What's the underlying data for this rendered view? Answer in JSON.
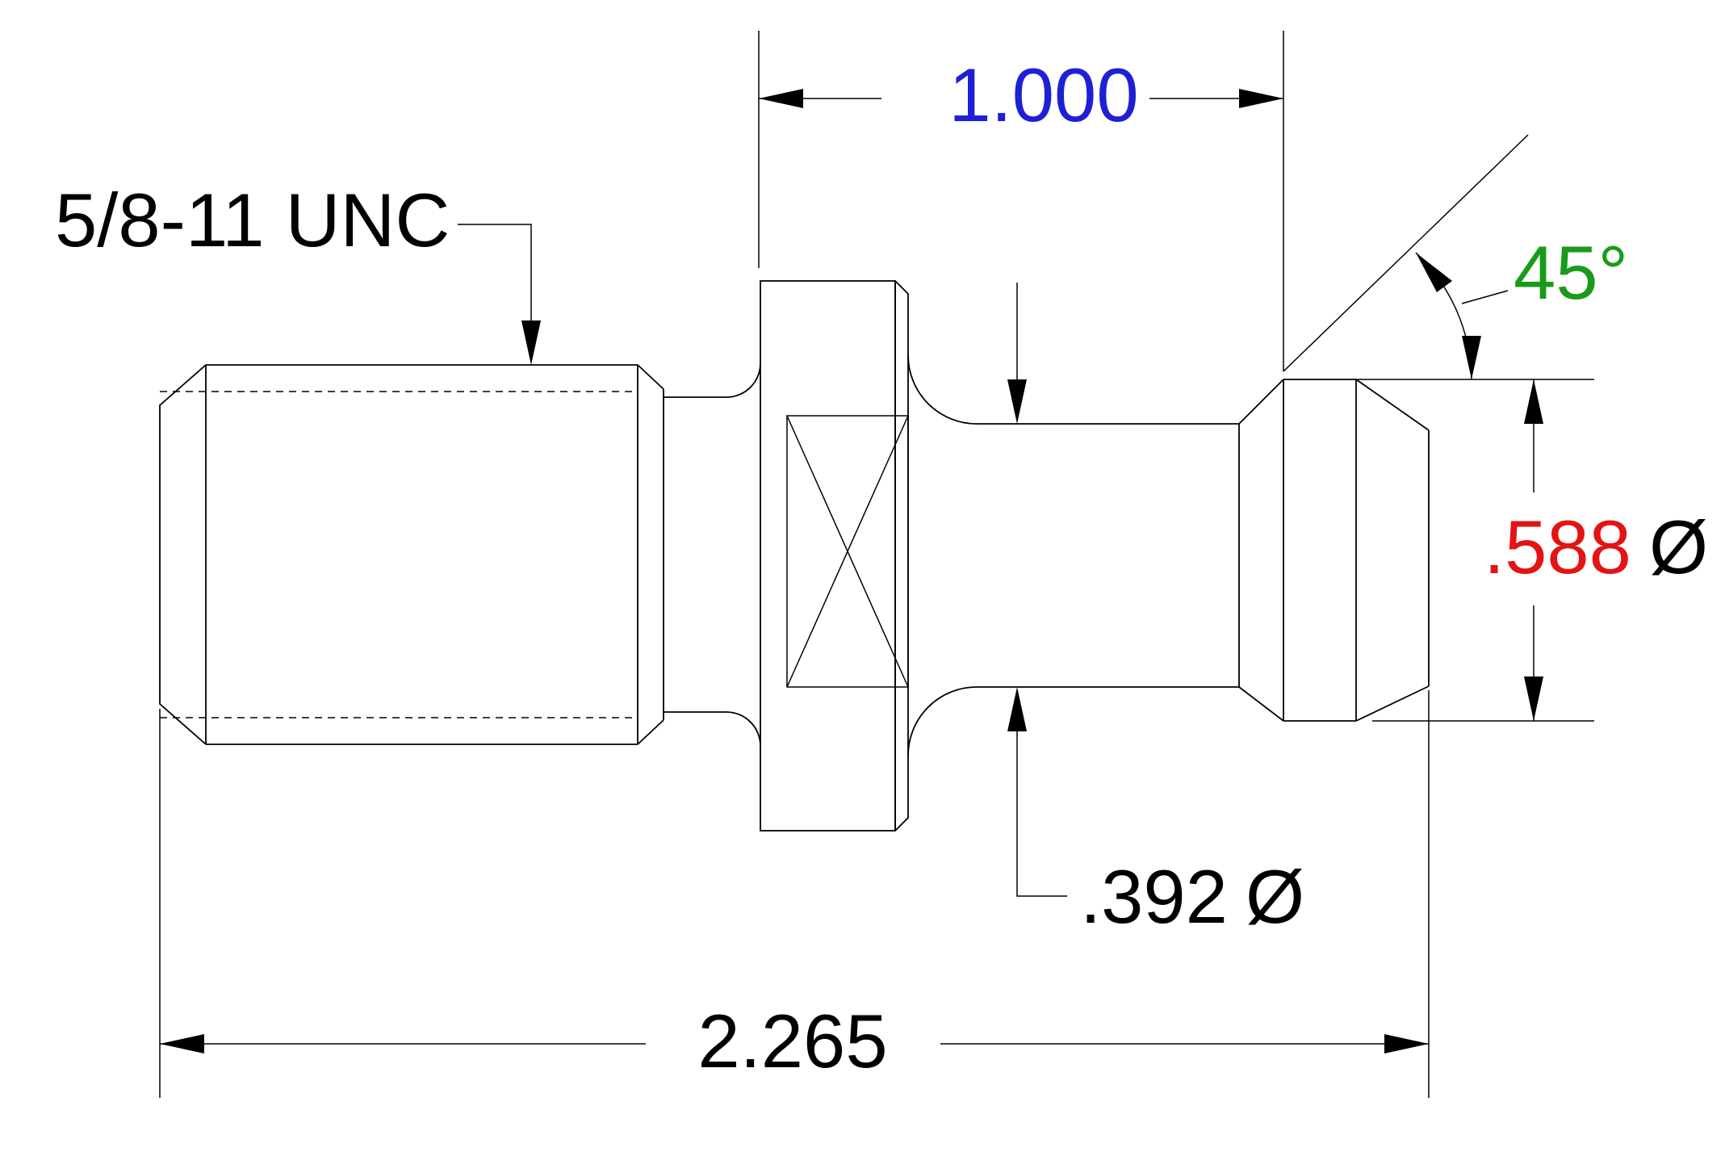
{
  "dimensions": {
    "overall_length": {
      "value": "2.265"
    },
    "gauge_length": {
      "value": "1.000",
      "color": "#1f1fd6"
    },
    "head_diameter": {
      "value": ".588",
      "symbol": "Ø",
      "color": "#e31414"
    },
    "neck_diameter": {
      "value": ".392",
      "symbol": "Ø"
    },
    "chamfer_angle": {
      "value": "45°",
      "color": "#1a9a1a"
    },
    "thread_callout": {
      "value": "5/8-11 UNC"
    }
  },
  "colors": {
    "line": "#000000",
    "background": "#ffffff"
  }
}
